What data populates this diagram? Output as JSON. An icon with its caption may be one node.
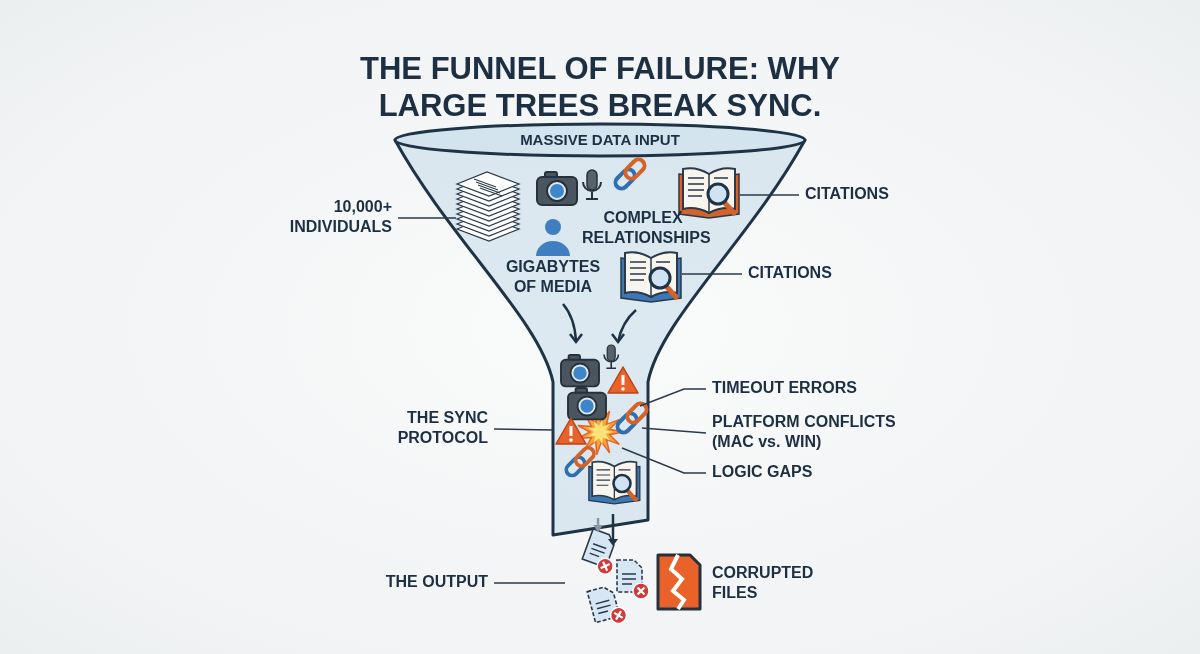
{
  "diagram": {
    "title": "THE FUNNEL OF FAILURE: WHY LARGE TREES BREAK SYNC.",
    "nodes": [
      {
        "text": [
          "MASSIVE DATA INPUT"
        ]
      },
      {
        "text": [
          "10,000+ INDIVIDUALS"
        ]
      },
      {
        "text": [],
        "shape": "picture",
        "in": 0
      },
      {
        "text": [
          "CITATIONS"
        ]
      },
      {
        "text": [],
        "shape": "picture",
        "in": 0
      },
      {
        "text": [
          "CITATIONS"
        ]
      },
      {
        "text": [],
        "shape": "picture",
        "in": 0
      },
      {
        "text": [
          "THE SYNC PROTOCOL"
        ]
      },
      {
        "text": [
          "TIMEOUT ERRORS"
        ]
      },
      {
        "text": [
          "PLATFORM CONFLICTS (MAC vs. WIN)"
        ]
      },
      {
        "text": [
          "LOGIC GAPS"
        ]
      },
      {
        "text": [
          "THE OUTPUT"
        ]
      },
      {
        "text": [],
        "shape": "picture"
      },
      {
        "text": [],
        "shape": "picture",
        "in": 0
      }
    ],
    "edges": [
      {
        "from": 1,
        "to": 2,
        "arrow": "none"
      },
      {
        "from": 3,
        "to": 4,
        "arrow": "none"
      },
      {
        "from": 5,
        "to": 6,
        "arrow": "none"
      },
      {
        "from": 7,
        "to": 0,
        "arrow": "none"
      },
      {
        "from": 8,
        "to": 0,
        "arrow": "none"
      },
      {
        "from": 9,
        "to": 0,
        "arrow": "none"
      },
      {
        "from": 10,
        "to": 13,
        "arrow": "none"
      },
      {
        "from": 11,
        "to": 12,
        "arrow": "none"
      }
    ],
    "labels": [
      "COMPLEX RELATIONSHIPS",
      "GIGABYTES OF MEDIA",
      "CORRUPTED FILES"
    ]
  }
}
